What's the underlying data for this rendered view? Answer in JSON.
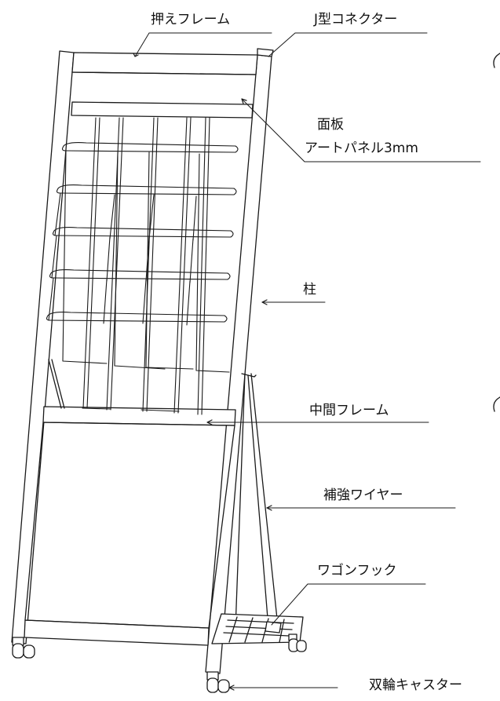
{
  "labels": {
    "press_frame": "押えフレーム",
    "j_connector": "J型コネクター",
    "face_panel": "面板",
    "art_panel": "アートパネル3mm",
    "pillar": "柱",
    "middle_frame": "中間フレーム",
    "reinforce_wire": "補強ワイヤー",
    "wagon_hook": "ワゴンフック",
    "twin_caster": "双輪キャスター"
  },
  "colors": {
    "line": "#1a1a1a",
    "background": "#ffffff"
  }
}
